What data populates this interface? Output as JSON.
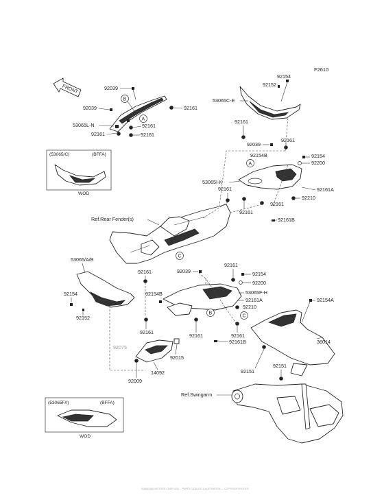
{
  "figure_id": "F2610",
  "front_label": "FRONT",
  "callouts": [
    "A",
    "B",
    "C"
  ],
  "reference_labels": {
    "rear_fender": "Ref.Rear Fender(s)",
    "swingarm": "Ref.Swingarm"
  },
  "part_numbers": {
    "p92039_a": "92039",
    "p92039_b": "92039",
    "p53065LN": "53065L-N",
    "p92161_a": "92161",
    "p92161_b": "92161",
    "p92161_c": "92161",
    "p92161_d": "92161",
    "p92154_a": "92154",
    "p92152_a": "92152",
    "p53065CE": "53065C-E",
    "p92161_e": "92161",
    "p92039_c": "92039",
    "p92161_f": "92161",
    "p92154_b": "92154",
    "p92200_a": "92200",
    "p92154B_a": "92154B",
    "p53065IK": "53065I-K",
    "p92161_g": "92161",
    "p92161A_a": "92161A",
    "p92210_a": "92210",
    "p92161_h": "92161",
    "p92161_i": "92161",
    "p92161B_a": "92161B",
    "p53065AB": "53065/A/B",
    "p92161_j": "92161",
    "p92039_d": "92039",
    "p92161_k": "92161",
    "p92154_c": "92154",
    "p92200_b": "92200",
    "p53065FH": "53065F-H",
    "p92161A_b": "92161A",
    "p92210_b": "92210",
    "p92154_d": "92154",
    "p92154B_b": "92154B",
    "p92152_b": "92152",
    "p92154A": "92154A",
    "p92161_l": "92161",
    "p92161_m": "92161",
    "p92161_n": "92161",
    "p92161B_b": "92161B",
    "p36014": "36014",
    "p92075": "92075",
    "p92015": "92015",
    "p14092": "14092",
    "p92009": "92009",
    "p92151_a": "92151",
    "p92151_b": "92151"
  },
  "insets": [
    {
      "code": "(53065/C)",
      "color": "(BFFA)",
      "note": "WOD"
    },
    {
      "code": "(53065F/I)",
      "color": "(BFFA)",
      "note": "WOD"
    }
  ],
  "footer": "KAWASAKI MOTORS CORP USA ... PARTS CATALOG ILLUSTRATION — COPYRIGHT NOTICE"
}
